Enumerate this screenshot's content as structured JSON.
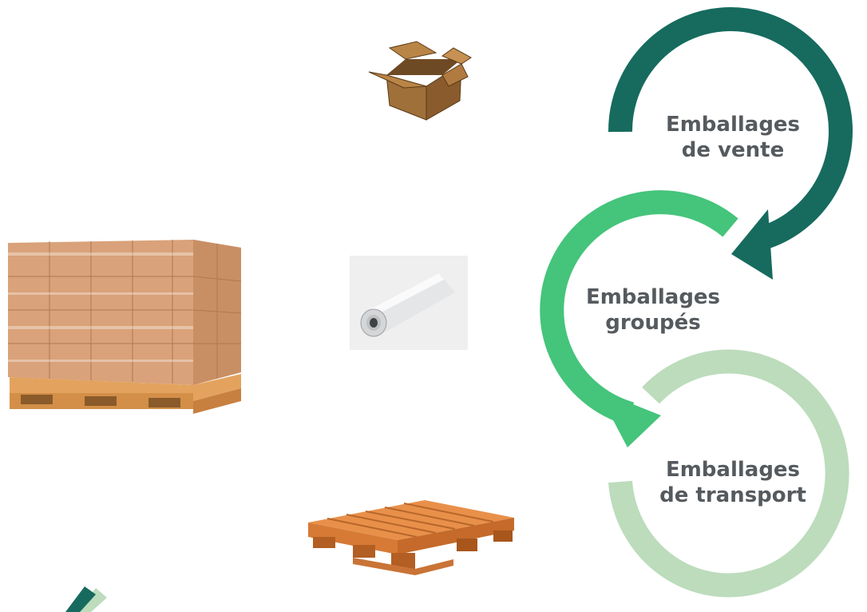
{
  "diagram": {
    "stages": [
      {
        "line1": "Emballages",
        "line2": "de vente",
        "color": "#166b5e"
      },
      {
        "line1": "Emballages",
        "line2": "groupés",
        "color": "#45c47b"
      },
      {
        "line1": "Emballages",
        "line2": "de transport",
        "color": "#bcdcbc"
      }
    ]
  },
  "images": [
    {
      "name": "cardboard-box"
    },
    {
      "name": "wrapped-pallet"
    },
    {
      "name": "stretch-film-roll"
    },
    {
      "name": "wooden-pallet"
    },
    {
      "name": "logo"
    }
  ]
}
